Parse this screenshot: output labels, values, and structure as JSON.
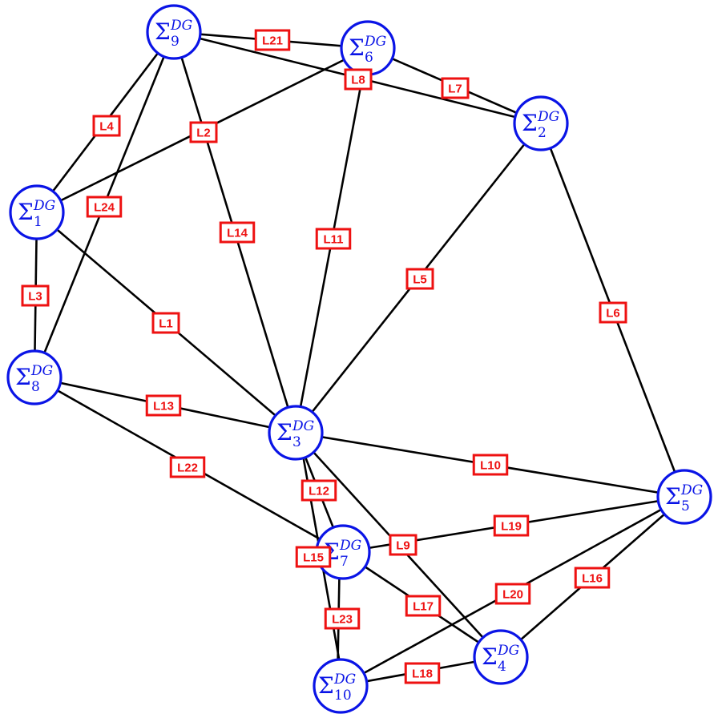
{
  "colors": {
    "node_stroke": "#0a14e6",
    "node_text": "#0a14e6",
    "label_stroke": "#ee1111",
    "label_text": "#ee1111",
    "edge": "#000000"
  },
  "node_symbol": "Σ",
  "node_superscript": "DG",
  "nodes": [
    {
      "id": "1",
      "sub": "1"
    },
    {
      "id": "2",
      "sub": "2"
    },
    {
      "id": "3",
      "sub": "3"
    },
    {
      "id": "4",
      "sub": "4"
    },
    {
      "id": "5",
      "sub": "5"
    },
    {
      "id": "6",
      "sub": "6"
    },
    {
      "id": "7",
      "sub": "7"
    },
    {
      "id": "8",
      "sub": "8"
    },
    {
      "id": "9",
      "sub": "9"
    },
    {
      "id": "10",
      "sub": "10"
    }
  ],
  "edges": [
    {
      "label": "L1",
      "from": "1",
      "to": "3"
    },
    {
      "label": "L2",
      "from": "1",
      "to": "6"
    },
    {
      "label": "L3",
      "from": "1",
      "to": "8"
    },
    {
      "label": "L4",
      "from": "1",
      "to": "9"
    },
    {
      "label": "L5",
      "from": "2",
      "to": "3"
    },
    {
      "label": "L6",
      "from": "2",
      "to": "5"
    },
    {
      "label": "L7",
      "from": "6",
      "to": "2"
    },
    {
      "label": "L8",
      "from": "9",
      "to": "2"
    },
    {
      "label": "L9",
      "from": "3",
      "to": "4"
    },
    {
      "label": "L10",
      "from": "3",
      "to": "5"
    },
    {
      "label": "L11",
      "from": "3",
      "to": "6"
    },
    {
      "label": "L12",
      "from": "3",
      "to": "7"
    },
    {
      "label": "L13",
      "from": "8",
      "to": "3"
    },
    {
      "label": "L14",
      "from": "9",
      "to": "3"
    },
    {
      "label": "L15",
      "from": "3",
      "to": "10"
    },
    {
      "label": "L16",
      "from": "5",
      "to": "4"
    },
    {
      "label": "L17",
      "from": "7",
      "to": "4"
    },
    {
      "label": "L18",
      "from": "10",
      "to": "4"
    },
    {
      "label": "L19",
      "from": "7",
      "to": "5"
    },
    {
      "label": "L20",
      "from": "10",
      "to": "5"
    },
    {
      "label": "L21",
      "from": "9",
      "to": "6"
    },
    {
      "label": "L22",
      "from": "8",
      "to": "7"
    },
    {
      "label": "L23",
      "from": "7",
      "to": "10"
    },
    {
      "label": "L24",
      "from": "9",
      "to": "8"
    }
  ]
}
